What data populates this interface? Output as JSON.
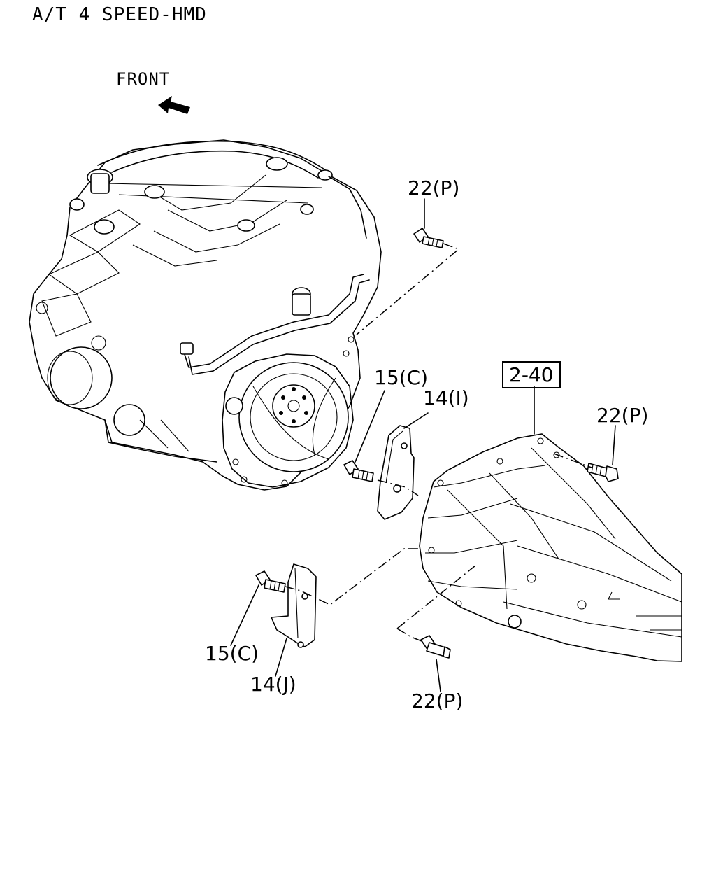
{
  "title": "A/T 4 SPEED-HMD",
  "front_label": "FRONT",
  "icons": {
    "front_arrow": "arrow-up-left-icon"
  },
  "callouts": {
    "bolt_22p_top": "22(P)",
    "bolt_22p_right": "22(P)",
    "bolt_22p_bottom": "22(P)",
    "bolt_15c_upper": "15(C)",
    "bolt_15c_lower": "15(C)",
    "plate_14i": "14(I)",
    "plate_14j": "14(J)",
    "ref_240": "2-40"
  }
}
